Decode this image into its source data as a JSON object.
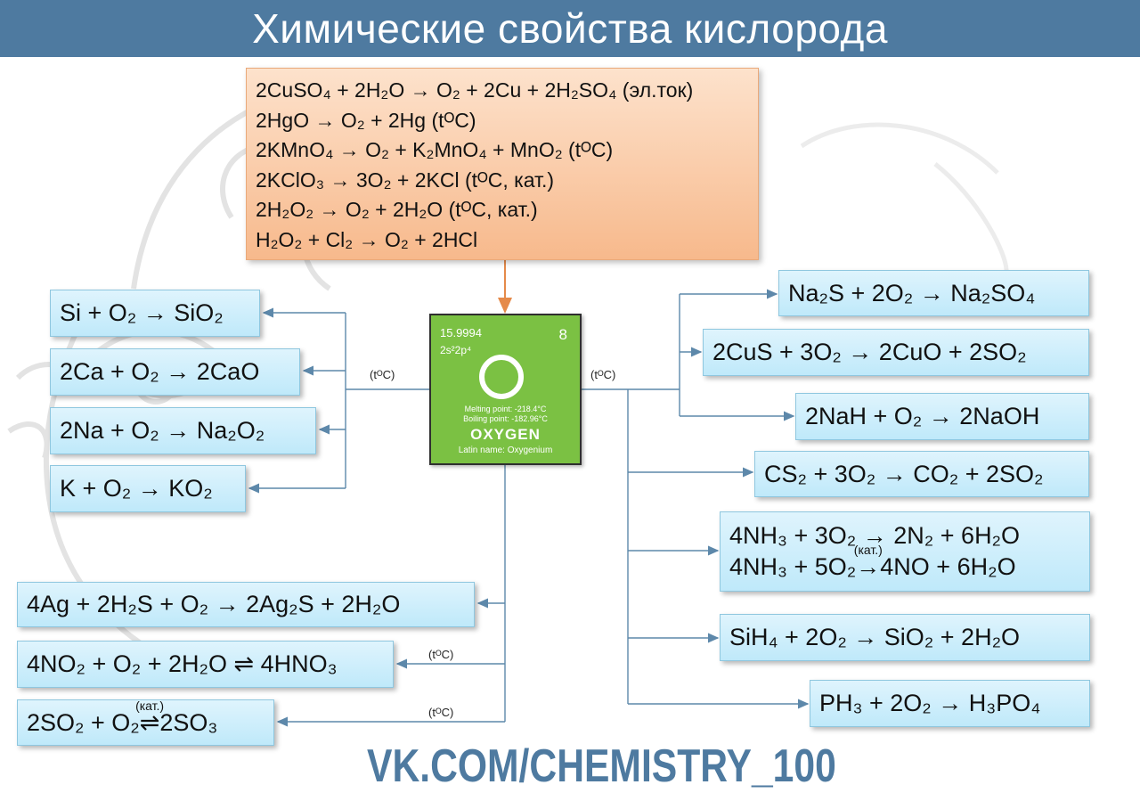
{
  "header": {
    "title": "Химические свойства кислорода"
  },
  "colors": {
    "header": "#4e7aa0",
    "reaction_box": "#cdeefb",
    "decomposition_box": "#fbcaa6",
    "element_tile": "#7bc143"
  },
  "decomposition": {
    "lines": [
      "2CuSO₄ + 2H₂O → O₂ + 2Cu + 2H₂SO₄ (эл.ток)",
      "2HgO → O₂ + 2Hg (tᴼC)",
      "2KMnO₄ → O₂ + K₂MnO₄ + MnO₂ (tᴼC)",
      "2KClO₃ → 3O₂ + 2KCl (tᴼC, кат.)",
      "2H₂O₂ → O₂ + 2H₂O (tᴼC, кат.)",
      "H₂O₂ + Cl₂ → O₂ + 2HCl"
    ]
  },
  "element": {
    "mass": "15.9994",
    "number": "8",
    "config": "2s²2p⁴",
    "symbol": "O",
    "melting": "Melting point: -218.4°C",
    "boiling": "Boiling point: -182.96°C",
    "name": "OXYGEN",
    "latin": "Latin name: Oxygenium"
  },
  "conditions": {
    "left": "(tᴼC)",
    "right": "(tᴼC)",
    "bottom1": "(tᴼC)",
    "bottom2": "(tᴼC)"
  },
  "left_reactions": [
    "Si + O₂ → SiO₂",
    "2Ca + O₂ → 2CaO",
    "2Na + O₂ → Na₂O₂",
    "K + O₂ → KO₂"
  ],
  "bottom_reactions": {
    "r1": "4Ag + 2H₂S + O₂ → 2Ag₂S + 2H₂O",
    "r2": "4NO₂ + O₂ + 2H₂O ⇌ 4HNO₃",
    "r3_left": "2SO₂ + O₂ ",
    "r3_arrow": "⇌",
    "r3_cat": "(кат.)",
    "r3_right": "2SO₃"
  },
  "right_reactions": {
    "r1": "Na₂S + 2O₂ → Na₂SO₄",
    "r2": "2CuS + 3O₂ → 2CuO + 2SO₂",
    "r3": "2NaH + O₂ → 2NaOH",
    "r4": "CS₂ + 3O₂ → CO₂ + 2SO₂",
    "r5a": "4NH₃ + 3O₂ → 2N₂ + 6H₂O",
    "r5b_left": "4NH₃ + 5O₂",
    "r5b_arrow": "→",
    "r5b_cat": "(кат.)",
    "r5b_right": "4NO + 6H₂O",
    "r6": "SiH₄ + 2O₂ → SiO₂  + 2H₂O",
    "r7": "PH₃ + 2O₂ → H₃PO₄"
  },
  "footer": {
    "text": "VK.COM/CHEMISTRY_100"
  }
}
